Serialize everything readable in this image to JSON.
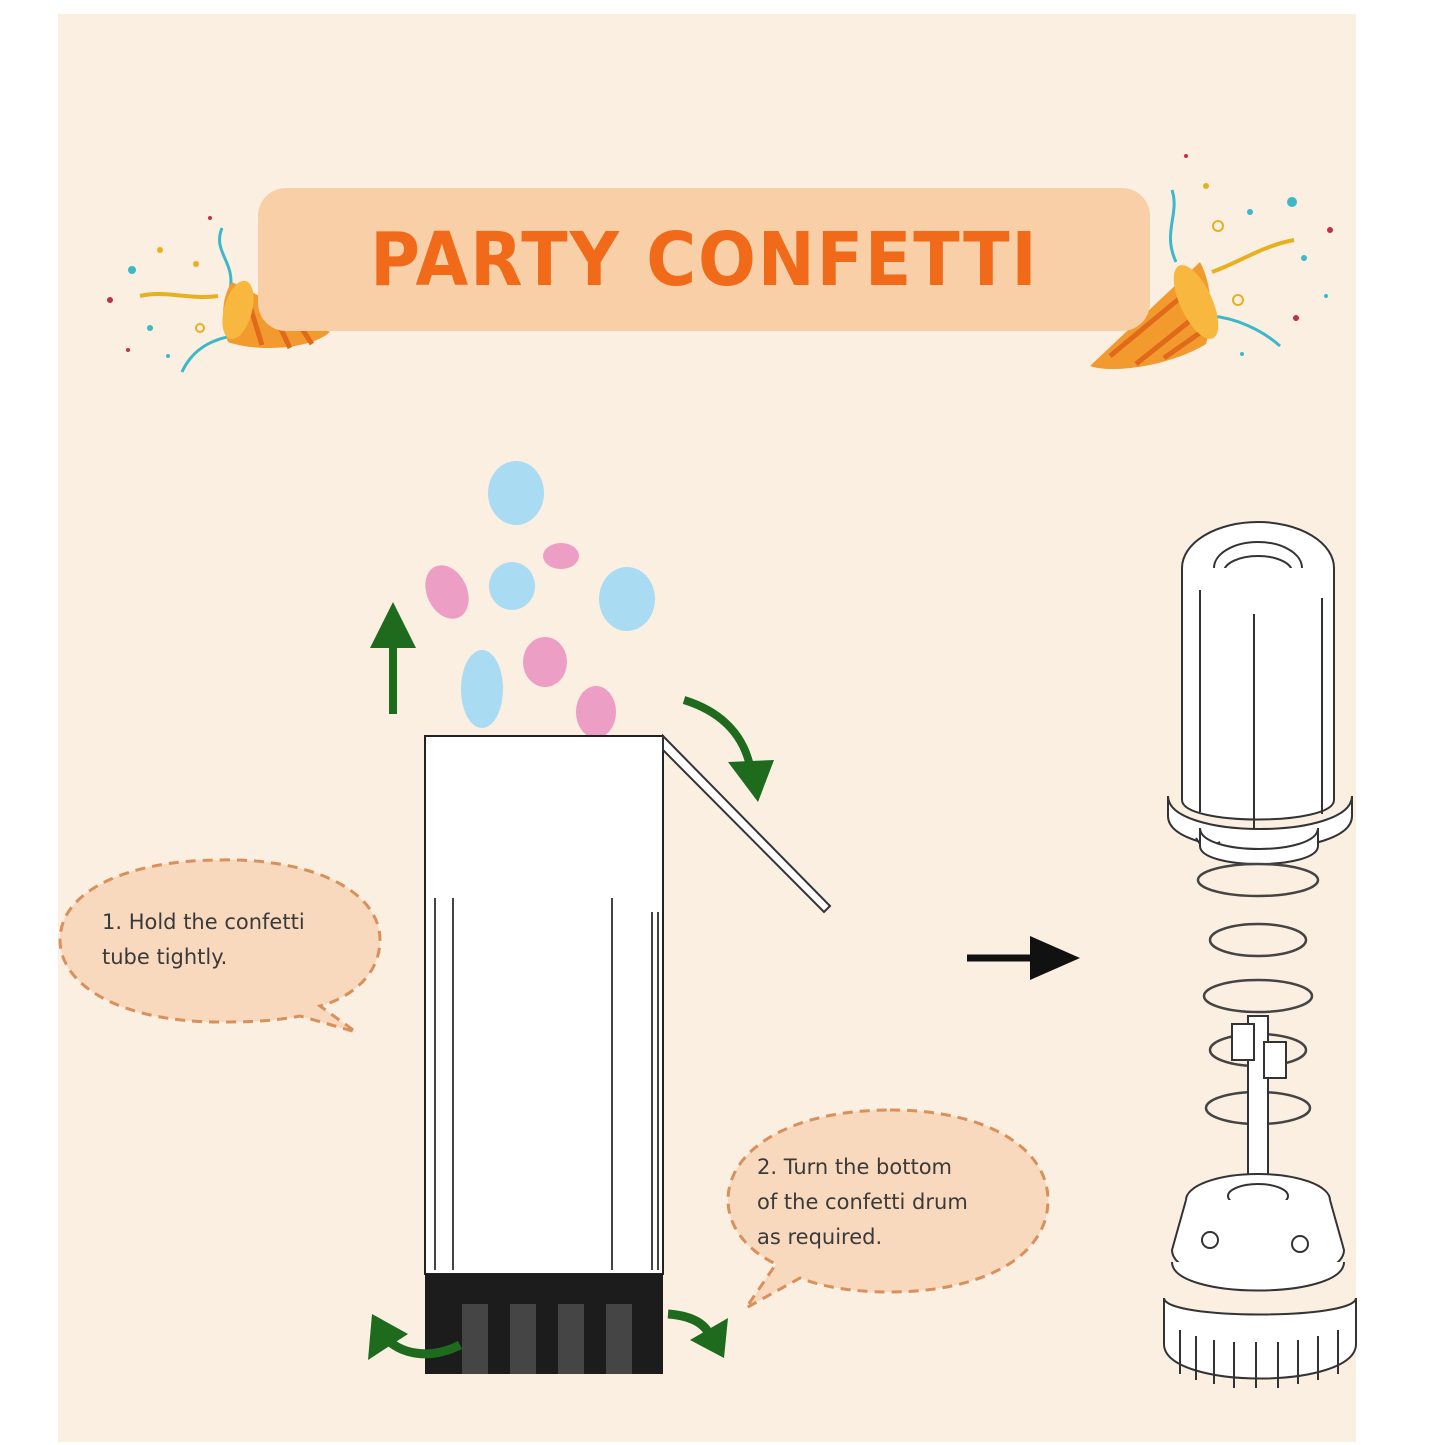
{
  "banner": {
    "title": "PARTY CONFETTI"
  },
  "steps": [
    {
      "lines": [
        "1. Hold the confetti",
        "tube tightly."
      ]
    },
    {
      "lines": [
        "2. Turn the bottom",
        "of the confetti drum",
        "as required."
      ]
    }
  ],
  "colors": {
    "background": "#fbefe2",
    "banner_fill": "#f9cfa7",
    "title": "#f06a1a",
    "arrow_green": "#1e6b1e",
    "confetti_blue": "#a9dcf2",
    "confetti_pink": "#ec9ec4",
    "bubble_fill": "#f8d9bd",
    "bubble_stroke": "#d9905a"
  },
  "icons": [
    "party-popper-left-icon",
    "party-popper-right-icon",
    "up-arrow-icon",
    "curved-arrow-icon",
    "right-arrow-icon",
    "rotate-arrow-icon"
  ]
}
